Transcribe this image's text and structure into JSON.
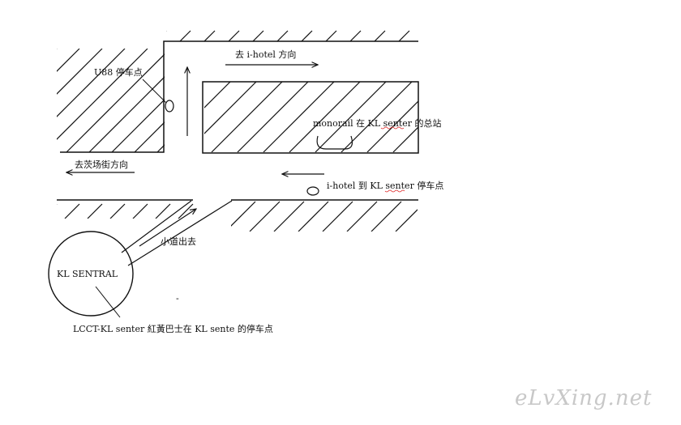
{
  "map": {
    "labels": {
      "u88_stop": "U88 停车点",
      "to_ihotel": "去 i-hotel 方向",
      "monorail_hq": "monorail 在 KL senter 的总站",
      "to_square": "去茨场街方向",
      "ihotel_to_kl": "i-hotel 到 KL senter 停车点",
      "path_out": "小道出去",
      "kl_sentral": "KL SENTRAL",
      "lcct_stop": "LCCT-KL senter 紅黃巴士在 KL sente 的停车点",
      "dot": "-"
    },
    "watermark": "eLvXing.net",
    "colors": {
      "line": "#111111",
      "squiggle": "#dd2222",
      "watermark": "#c8c8c8"
    }
  }
}
